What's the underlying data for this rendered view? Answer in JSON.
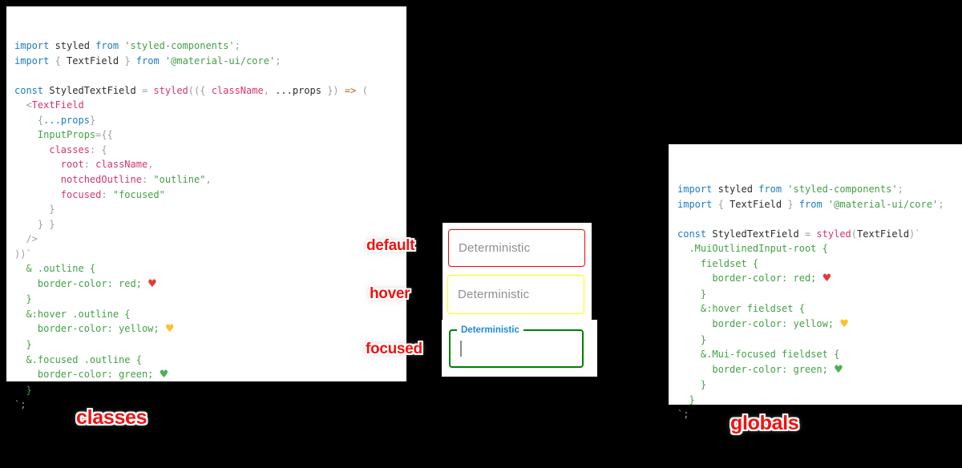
{
  "palette": {
    "background": "#000000",
    "keyword_blue": "#1a7dc4",
    "string_green": "#43a047",
    "property_pink": "#d5356d",
    "punctuation_gray": "#9e9e9e",
    "arrow_orange": "#b0691f",
    "heart_red": "#e53935",
    "heart_yellow": "#fbc02d",
    "heart_green": "#4caf50",
    "label_red": "#f01212",
    "field_default_border": "red",
    "field_hover_border": "yellow",
    "field_focused_border": "green",
    "floating_label_blue": "#1e88e5"
  },
  "classes_panel": {
    "lines": [
      [
        [
          "import",
          "kw"
        ],
        [
          " styled ",
          "id"
        ],
        [
          "from",
          "kw"
        ],
        [
          " ",
          "id"
        ],
        [
          "'styled-components'",
          "str"
        ],
        [
          ";",
          "pu"
        ]
      ],
      [
        [
          "import",
          "kw"
        ],
        [
          " ",
          "id"
        ],
        [
          "{",
          "pu"
        ],
        [
          " TextField ",
          "id"
        ],
        [
          "}",
          "pu"
        ],
        [
          " ",
          "id"
        ],
        [
          "from",
          "kw"
        ],
        [
          " ",
          "id"
        ],
        [
          "'@material-ui/core'",
          "str"
        ],
        [
          ";",
          "pu"
        ]
      ],
      [],
      [
        [
          "const",
          "kw"
        ],
        [
          " StyledTextField ",
          "id"
        ],
        [
          "=",
          "pu"
        ],
        [
          " ",
          "id"
        ],
        [
          "styled",
          "pink"
        ],
        [
          "(({ ",
          "pu"
        ],
        [
          "className",
          "pink"
        ],
        [
          ", ",
          "pu"
        ],
        [
          "...props",
          "id"
        ],
        [
          " })",
          "pu"
        ],
        [
          " ",
          "id"
        ],
        [
          "=>",
          "ar"
        ],
        [
          " (",
          "pu"
        ]
      ],
      [
        [
          "  ",
          "id"
        ],
        [
          "<",
          "pu"
        ],
        [
          "TextField",
          "pink"
        ]
      ],
      [
        [
          "    ",
          "id"
        ],
        [
          "{",
          "pu"
        ],
        [
          "...props",
          "kw"
        ],
        [
          "}",
          "pu"
        ]
      ],
      [
        [
          "    ",
          "id"
        ],
        [
          "InputProps",
          "str"
        ],
        [
          "={{",
          "pu"
        ]
      ],
      [
        [
          "      ",
          "id"
        ],
        [
          "classes",
          "pink"
        ],
        [
          ":",
          "pu"
        ],
        [
          " ",
          "id"
        ],
        [
          "{",
          "pu"
        ]
      ],
      [
        [
          "        ",
          "id"
        ],
        [
          "root",
          "pink"
        ],
        [
          ":",
          "pu"
        ],
        [
          " ",
          "id"
        ],
        [
          "className",
          "pink"
        ],
        [
          ",",
          "pu"
        ]
      ],
      [
        [
          "        ",
          "id"
        ],
        [
          "notchedOutline",
          "pink"
        ],
        [
          ":",
          "pu"
        ],
        [
          " ",
          "id"
        ],
        [
          "\"outline\"",
          "str"
        ],
        [
          ",",
          "pu"
        ]
      ],
      [
        [
          "        ",
          "id"
        ],
        [
          "focused",
          "pink"
        ],
        [
          ":",
          "pu"
        ],
        [
          " ",
          "id"
        ],
        [
          "\"focused\"",
          "str"
        ]
      ],
      [
        [
          "      }",
          "pu"
        ]
      ],
      [
        [
          "    } }",
          "pu"
        ]
      ],
      [
        [
          "  />",
          "pu"
        ]
      ],
      [
        [
          "))`",
          "pu"
        ]
      ],
      [
        [
          "  & .outline {",
          "grn"
        ]
      ],
      [
        [
          "    border-color: red; ",
          "grn"
        ],
        [
          "♥",
          "hr"
        ]
      ],
      [
        [
          "  }",
          "grn"
        ]
      ],
      [
        [
          "  &:hover .outline {",
          "grn"
        ]
      ],
      [
        [
          "    border-color: yellow; ",
          "grn"
        ],
        [
          "♥",
          "hy"
        ]
      ],
      [
        [
          "  }",
          "grn"
        ]
      ],
      [
        [
          "  &.focused .outline {",
          "grn"
        ]
      ],
      [
        [
          "    border-color: green; ",
          "grn"
        ],
        [
          "♥",
          "hg"
        ]
      ],
      [
        [
          "  }",
          "grn"
        ]
      ],
      [
        [
          "`;",
          "pu"
        ]
      ]
    ]
  },
  "globals_panel": {
    "lines": [
      [
        [
          "import",
          "kw"
        ],
        [
          " styled ",
          "id"
        ],
        [
          "from",
          "kw"
        ],
        [
          " ",
          "id"
        ],
        [
          "'styled-components'",
          "str"
        ],
        [
          ";",
          "pu"
        ]
      ],
      [
        [
          "import",
          "kw"
        ],
        [
          " ",
          "id"
        ],
        [
          "{",
          "pu"
        ],
        [
          " TextField ",
          "id"
        ],
        [
          "}",
          "pu"
        ],
        [
          " ",
          "id"
        ],
        [
          "from",
          "kw"
        ],
        [
          " ",
          "id"
        ],
        [
          "'@material-ui/core'",
          "str"
        ],
        [
          ";",
          "pu"
        ]
      ],
      [],
      [
        [
          "const",
          "kw"
        ],
        [
          " StyledTextField ",
          "id"
        ],
        [
          "=",
          "pu"
        ],
        [
          " ",
          "id"
        ],
        [
          "styled",
          "pink"
        ],
        [
          "(",
          "pu"
        ],
        [
          "TextField",
          "id"
        ],
        [
          ")`",
          "pu"
        ]
      ],
      [
        [
          "  .MuiOutlinedInput-root {",
          "grn"
        ]
      ],
      [
        [
          "    fieldset {",
          "grn"
        ]
      ],
      [
        [
          "      border-color: red; ",
          "grn"
        ],
        [
          "♥",
          "hr"
        ]
      ],
      [
        [
          "    }",
          "grn"
        ]
      ],
      [
        [
          "    &:hover fieldset {",
          "grn"
        ]
      ],
      [
        [
          "      border-color: yellow; ",
          "grn"
        ],
        [
          "♥",
          "hy"
        ]
      ],
      [
        [
          "    }",
          "grn"
        ]
      ],
      [
        [
          "    &.Mui-focused fieldset {",
          "grn"
        ]
      ],
      [
        [
          "      border-color: green; ",
          "grn"
        ],
        [
          "♥",
          "hg"
        ]
      ],
      [
        [
          "    }",
          "grn"
        ]
      ],
      [
        [
          "  }",
          "grn"
        ]
      ],
      [
        [
          "`;",
          "pu"
        ]
      ]
    ]
  },
  "demo": {
    "state_labels": [
      "default",
      "hover",
      "focused"
    ],
    "fields": [
      {
        "state": "default",
        "placeholder": "Deterministic",
        "border_color": "red"
      },
      {
        "state": "hover",
        "placeholder": "Deterministic",
        "border_color": "yellow"
      },
      {
        "state": "focused",
        "label": "Deterministic",
        "border_color": "green"
      }
    ]
  },
  "captions": {
    "left": "classes",
    "right": "globals"
  }
}
